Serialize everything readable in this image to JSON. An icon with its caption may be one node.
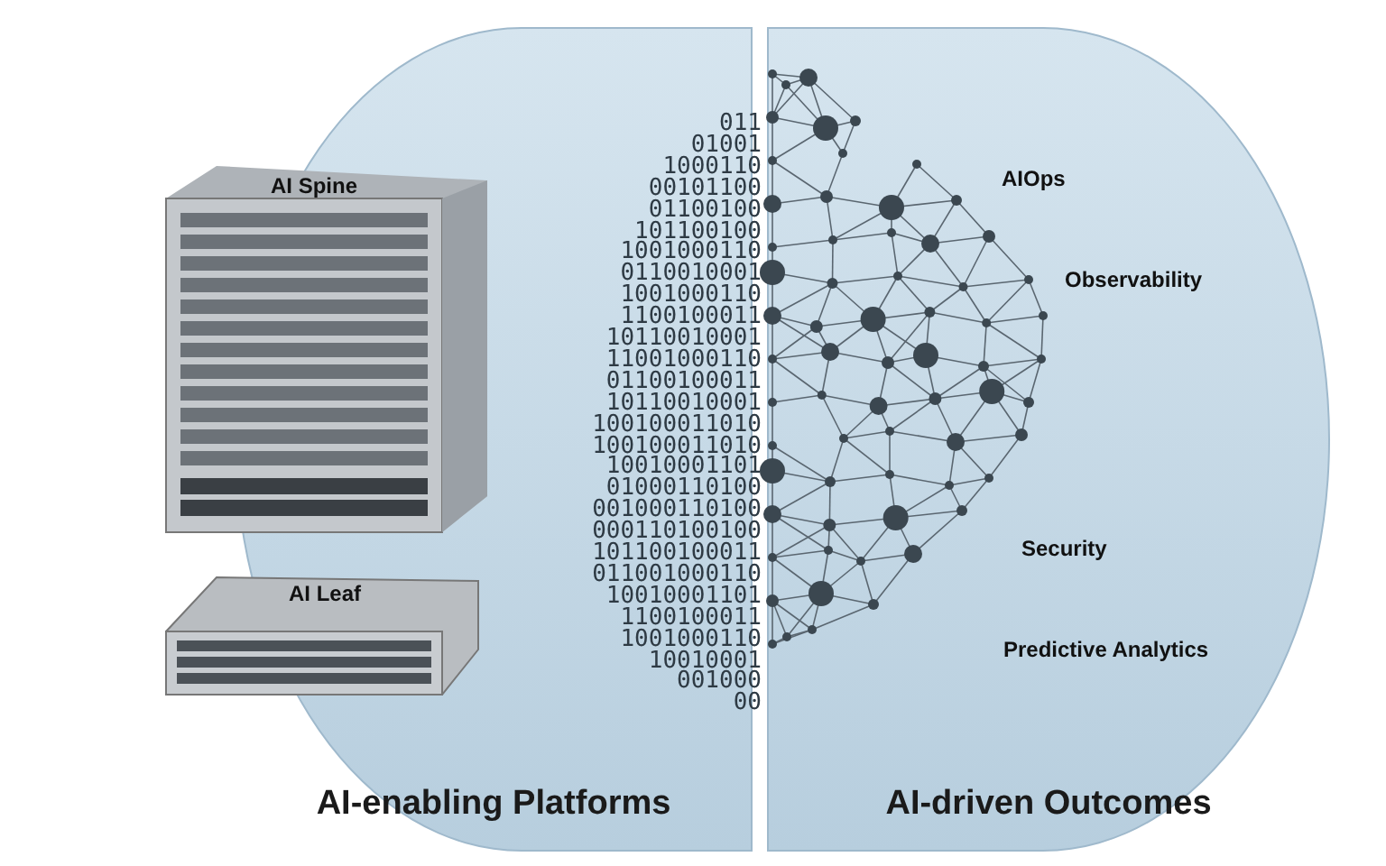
{
  "diagram": {
    "nodes": [
      {
        "text": [
          "AI-enabling Platforms"
        ]
      },
      {
        "text": [
          "AI-driven Outcomes"
        ]
      }
    ],
    "edges": [],
    "labels": [
      "AI Spine",
      "AI Leaf",
      "AIOps",
      "Observability",
      "Security",
      "Predictive Analytics",
      "011",
      "01001",
      "1000110",
      "00101100",
      "01100100",
      "101100100",
      "1001000110",
      "0110010001",
      "1001000110",
      "1100100011",
      "10110010001",
      "11001000110",
      "01100100011",
      "10110010001",
      "100100011010",
      "100100011010",
      "10010001101",
      "01000110100",
      "001000110100",
      "000110100100",
      "101100100011",
      "011001000110",
      "10010001101",
      "1100100011",
      "1001000110",
      "10010001",
      "001000",
      "00"
    ]
  }
}
